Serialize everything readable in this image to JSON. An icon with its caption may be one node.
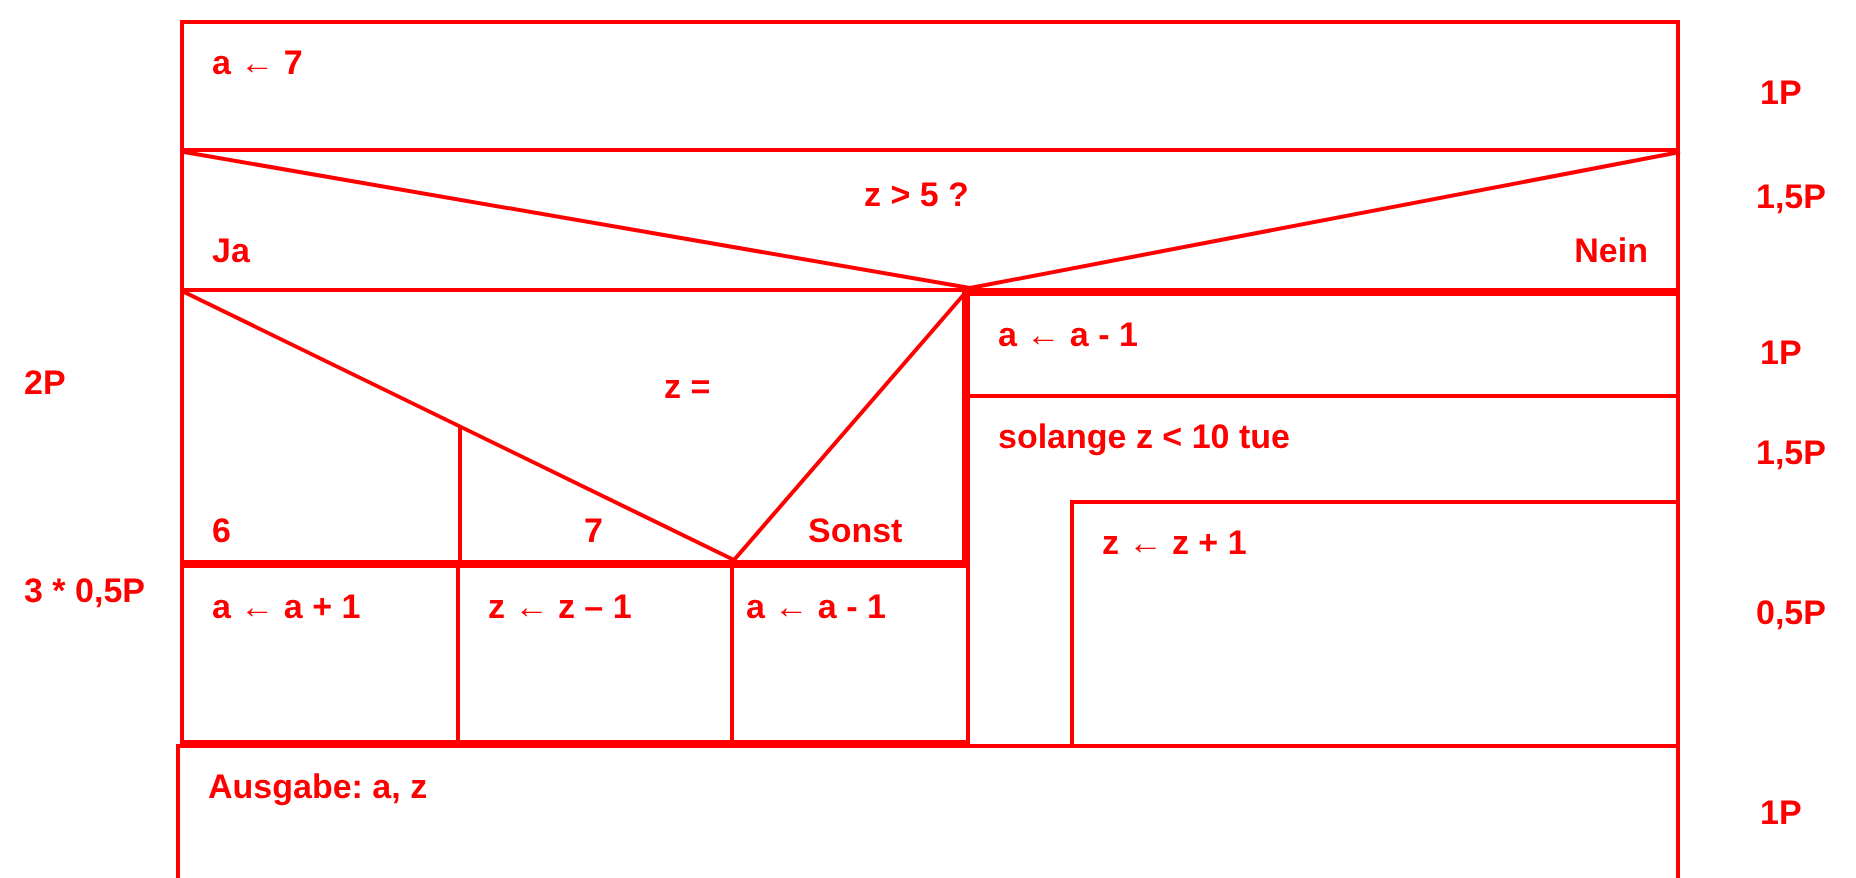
{
  "diagram": {
    "nodes": [
      {
        "text": [
          "a ← 7"
        ]
      },
      {
        "text": [
          "z > 5 ?",
          "Ja",
          "Nein"
        ]
      },
      {
        "text": [
          "z =",
          "6",
          "7",
          "Sonst"
        ]
      },
      {
        "text": [
          "a ← a + 1"
        ]
      },
      {
        "text": [
          "z ← z – 1"
        ]
      },
      {
        "text": [
          "a ← a - 1"
        ]
      },
      {
        "text": [
          "a ← a - 1"
        ]
      },
      {
        "text": [
          "solange z < 10 tue"
        ]
      },
      {
        "text": [
          "z ← z + 1"
        ],
        "in": 7
      },
      {
        "text": [
          "Ausgabe: a, z"
        ]
      }
    ],
    "labels": [
      "1P",
      "1,5P",
      "2P",
      "1P",
      "1,5P",
      "3 * 0,5P",
      "0,5P",
      "1P"
    ]
  }
}
